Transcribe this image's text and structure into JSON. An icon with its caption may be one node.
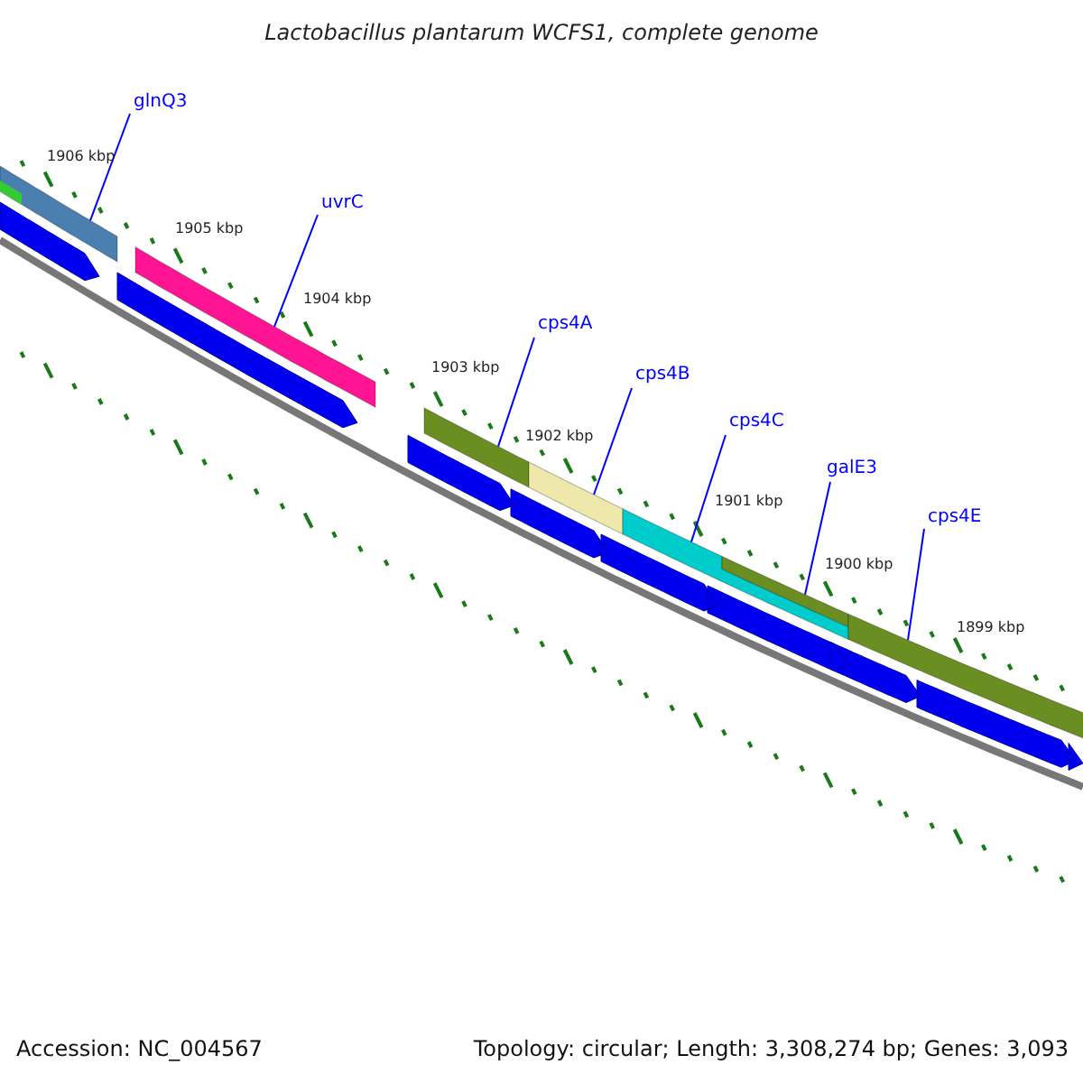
{
  "diagram": {
    "title": "Lactobacillus plantarum WCFS1, complete genome",
    "nodes": [
      {
        "text": [
          "glnQ3"
        ]
      },
      {
        "text": [
          "uvrC"
        ]
      },
      {
        "text": [
          "cps4A"
        ]
      },
      {
        "text": [
          "cps4B"
        ]
      },
      {
        "text": [
          "cps4C"
        ]
      },
      {
        "text": [
          "galE3"
        ]
      },
      {
        "text": [
          "cps4E"
        ]
      },
      {
        "text": [],
        "shape": "bar"
      },
      {
        "text": [],
        "shape": "bar"
      },
      {
        "text": [],
        "shape": "bar"
      },
      {
        "text": [],
        "shape": "bar"
      },
      {
        "text": [],
        "shape": "bar"
      },
      {
        "text": [],
        "shape": "bar"
      },
      {
        "text": [],
        "shape": "bar"
      }
    ],
    "edges": [
      {
        "from": 0,
        "to": 7,
        "arrow": "none"
      },
      {
        "from": 1,
        "to": 8,
        "arrow": "none"
      },
      {
        "from": 2,
        "to": 9,
        "arrow": "none"
      },
      {
        "from": 3,
        "to": 10,
        "arrow": "none"
      },
      {
        "from": 4,
        "to": 11,
        "arrow": "none"
      },
      {
        "from": 5,
        "to": 12,
        "arrow": "none"
      },
      {
        "from": 6,
        "to": 13,
        "arrow": "none"
      }
    ],
    "labels": [
      "1906 kbp",
      "1905 kbp",
      "1904 kbp",
      "1903 kbp",
      "1902 kbp",
      "1901 kbp",
      "1900 kbp",
      "1899 kbp",
      "Accession: NC_004567",
      "Topology: circular; Length: 3,308,274 bp; Genes: 3,093"
    ]
  }
}
